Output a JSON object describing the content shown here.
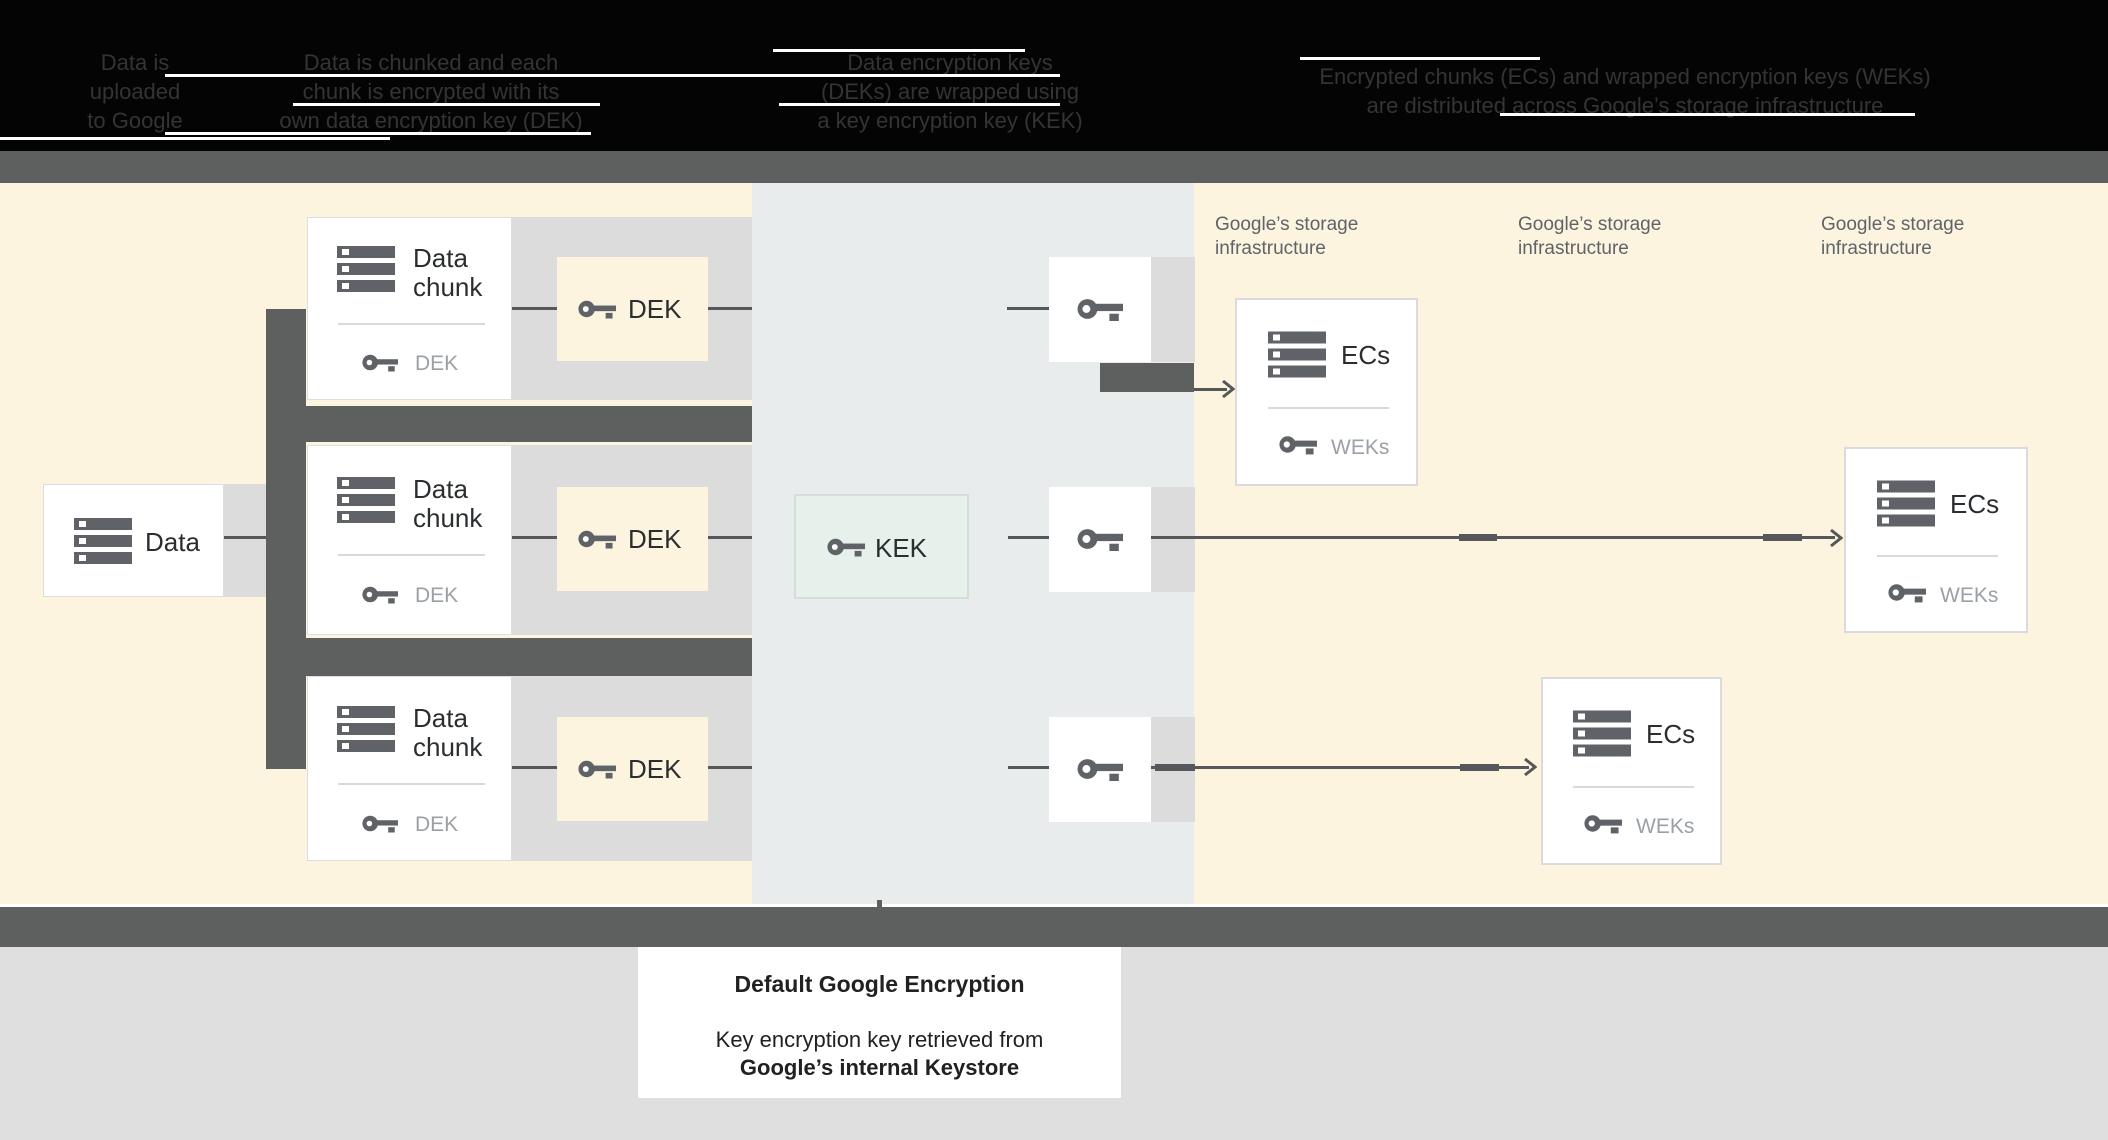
{
  "header": {
    "captions": [
      {
        "lines": [
          "Data is",
          "uploaded",
          "to Google"
        ]
      },
      {
        "lines": [
          "Data is chunked and each",
          "chunk is encrypted with its",
          "own data encryption key (DEK)"
        ]
      },
      {
        "lines": [
          "Data encryption keys",
          "(DEKs) are wrapped using",
          "a key encryption key (KEK)"
        ]
      },
      {
        "lines": [
          "Encrypted chunks (ECs) and wrapped encryption keys (WEKs)",
          "are distributed across Google’s storage infrastructure"
        ]
      }
    ]
  },
  "diagram": {
    "data_box": {
      "label": "Data"
    },
    "chunk_boxes": [
      {
        "title_line1": "Data",
        "title_line2": "chunk",
        "key_label": "DEK"
      },
      {
        "title_line1": "Data",
        "title_line2": "chunk",
        "key_label": "DEK"
      },
      {
        "title_line1": "Data",
        "title_line2": "chunk",
        "key_label": "DEK"
      }
    ],
    "dek_boxes": [
      {
        "label": "DEK"
      },
      {
        "label": "DEK"
      },
      {
        "label": "DEK"
      }
    ],
    "kek_box": {
      "label": "KEK"
    },
    "storage_labels": [
      {
        "line1": "Google’s storage",
        "line2": "infrastructure"
      },
      {
        "line1": "Google’s storage",
        "line2": "infrastructure"
      },
      {
        "line1": "Google’s storage",
        "line2": "infrastructure"
      }
    ],
    "ec_boxes": [
      {
        "label": "ECs",
        "key_label": "WEKs"
      },
      {
        "label": "ECs",
        "key_label": "WEKs"
      },
      {
        "label": "ECs",
        "key_label": "WEKs"
      }
    ]
  },
  "footer": {
    "title": "Default Google Encryption",
    "line1": "Key encryption key retrieved from",
    "line2": "Google’s internal Keystore"
  },
  "colors": {
    "header_bg": "#040404",
    "divider_bar": "#5e5f5f",
    "cream": "#fcf4de",
    "blue_gray": "#e8eced",
    "light_gray_band": "#dcdcdc",
    "dark_slab": "#5e5f5f",
    "mint_kek": "#e5f1ea",
    "icon_gray": "#5f6368",
    "text_dark": "#2b2e30",
    "text_gray": "#9aa0a6",
    "footer_bg": "#dfdfdf",
    "line": "#55575a"
  }
}
